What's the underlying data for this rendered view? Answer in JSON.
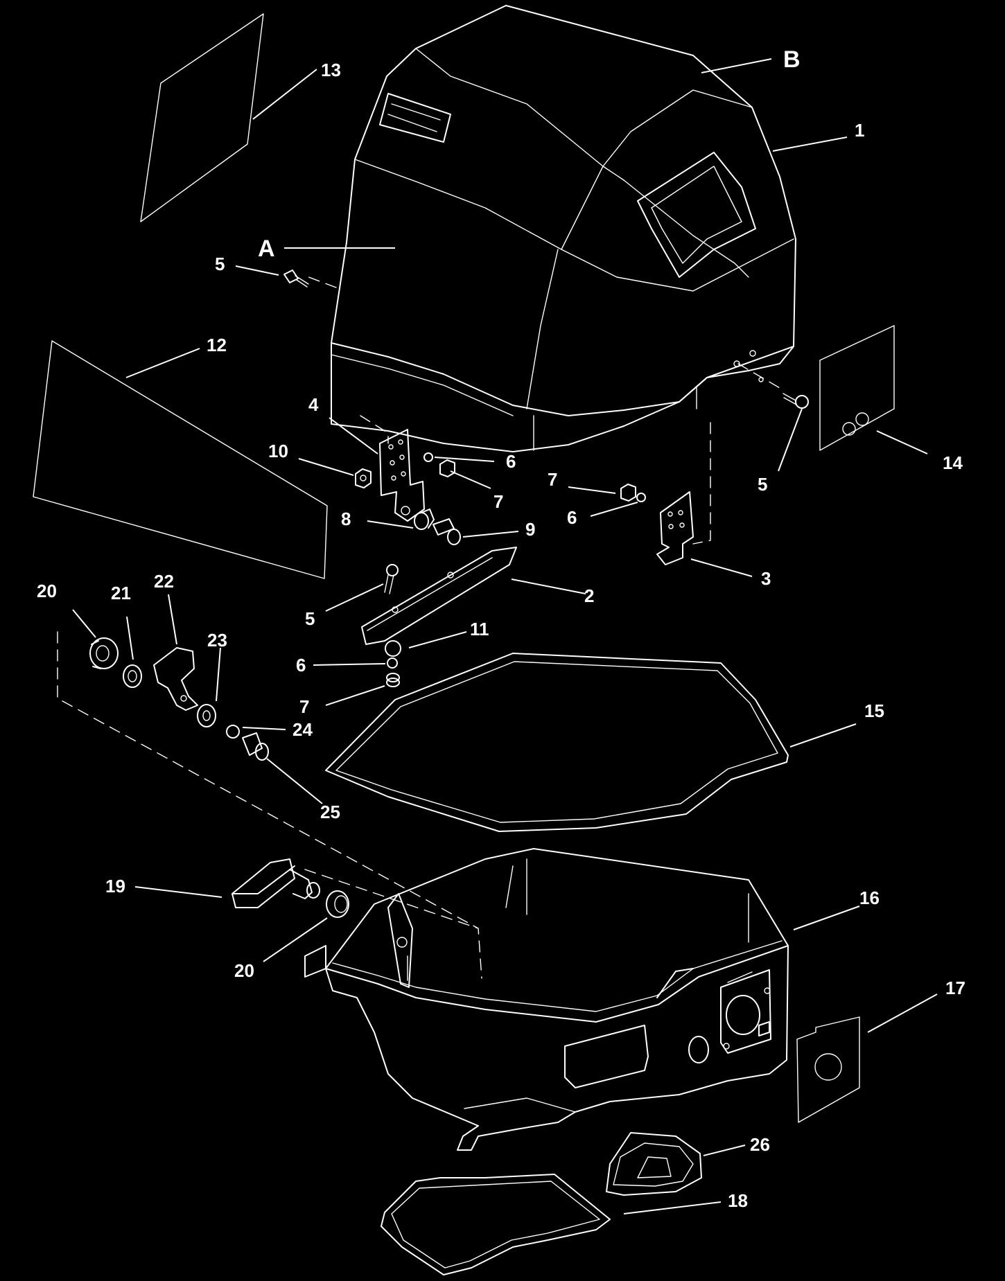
{
  "colors": {
    "background": "#000000",
    "line": "#ffffff"
  },
  "callouts": {
    "A": "A",
    "B": "B",
    "c1": "1",
    "c2": "2",
    "c3": "3",
    "c4": "4",
    "c5a": "5",
    "c5b": "5",
    "c5c": "5",
    "c6a": "6",
    "c6b": "6",
    "c6c": "6",
    "c7a": "7",
    "c7b": "7",
    "c7c": "7",
    "c8": "8",
    "c9": "9",
    "c10": "10",
    "c11": "11",
    "c12": "12",
    "c13": "13",
    "c14": "14",
    "c15": "15",
    "c16": "16",
    "c17": "17",
    "c18": "18",
    "c19": "19",
    "c20a": "20",
    "c20b": "20",
    "c21": "21",
    "c22": "22",
    "c23": "23",
    "c24": "24",
    "c25": "25",
    "c26": "26"
  }
}
